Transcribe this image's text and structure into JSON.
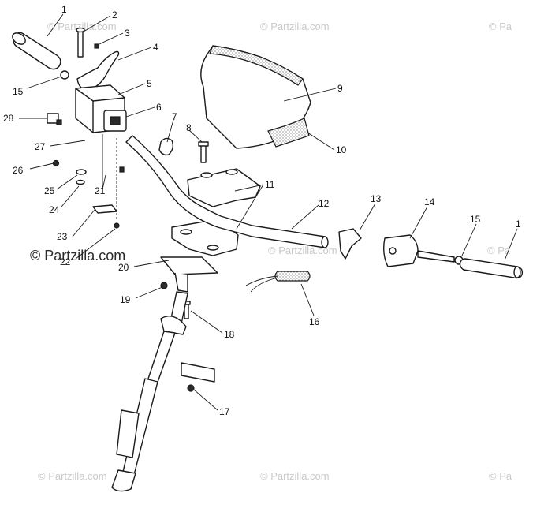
{
  "watermarks": {
    "main_text": "© Partzilla.com",
    "faint_text": "© Partzilla.com",
    "faint_text_cut": "© Pa"
  },
  "callouts": {
    "c1": "1",
    "c2": "2",
    "c3": "3",
    "c4": "4",
    "c5": "5",
    "c6": "6",
    "c7": "7",
    "c8": "8",
    "c9": "9",
    "c10": "10",
    "c11": "11",
    "c12": "12",
    "c13": "13",
    "c14": "14",
    "c15": "15",
    "c16": "16",
    "c17": "17",
    "c18": "18",
    "c19": "19",
    "c20": "20",
    "c21": "21",
    "c22": "22",
    "c23": "23",
    "c24": "24",
    "c25": "25",
    "c26": "26",
    "c27": "27",
    "c28": "28",
    "c1b": "1",
    "c15b": "15"
  },
  "colors": {
    "line": "#1a1a1a",
    "watermark": "#c9c9c9",
    "background": "#ffffff"
  }
}
